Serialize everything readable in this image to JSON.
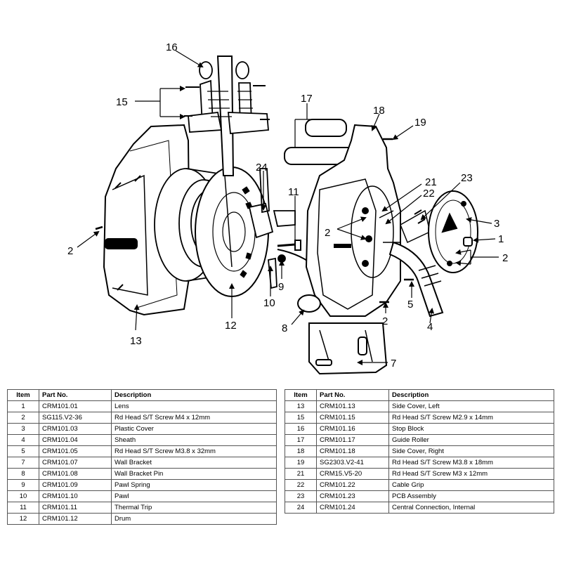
{
  "callouts": {
    "c1": "1",
    "c2": "2",
    "c3": "3",
    "c4": "4",
    "c5": "5",
    "c7": "7",
    "c8": "8",
    "c9": "9",
    "c10": "10",
    "c11": "11",
    "c12": "12",
    "c13": "13",
    "c15": "15",
    "c16": "16",
    "c17": "17",
    "c18": "18",
    "c19": "19",
    "c21": "21",
    "c22": "22",
    "c23": "23",
    "c24": "24"
  },
  "table": {
    "headers": {
      "item": "Item",
      "part_no": "Part No.",
      "description": "Description"
    },
    "left_rows": [
      {
        "item": "1",
        "part_no": "CRM101.01",
        "description": "Lens"
      },
      {
        "item": "2",
        "part_no": "SG115.V2-36",
        "description": "Rd Head S/T Screw M4 x 12mm"
      },
      {
        "item": "3",
        "part_no": "CRM101.03",
        "description": "Plastic Cover"
      },
      {
        "item": "4",
        "part_no": "CRM101.04",
        "description": "Sheath"
      },
      {
        "item": "5",
        "part_no": "CRM101.05",
        "description": "Rd Head S/T Screw M3.8 x 32mm"
      },
      {
        "item": "7",
        "part_no": "CRM101.07",
        "description": "Wall Bracket"
      },
      {
        "item": "8",
        "part_no": "CRM101.08",
        "description": "Wall Bracket Pin"
      },
      {
        "item": "9",
        "part_no": "CRM101.09",
        "description": "Pawl Spring"
      },
      {
        "item": "10",
        "part_no": "CRM101.10",
        "description": "Pawl"
      },
      {
        "item": "11",
        "part_no": "CRM101.11",
        "description": "Thermal Trip"
      },
      {
        "item": "12",
        "part_no": "CRM101.12",
        "description": "Drum"
      }
    ],
    "right_rows": [
      {
        "item": "13",
        "part_no": "CRM101.13",
        "description": "Side Cover, Left"
      },
      {
        "item": "15",
        "part_no": "CRM101.15",
        "description": "Rd Head S/T Screw M2.9 x 14mm"
      },
      {
        "item": "16",
        "part_no": "CRM101.16",
        "description": "Stop Block"
      },
      {
        "item": "17",
        "part_no": "CRM101.17",
        "description": "Guide Roller"
      },
      {
        "item": "18",
        "part_no": "CRM101.18",
        "description": "Side Cover, Right"
      },
      {
        "item": "19",
        "part_no": "SG2303.V2-41",
        "description": "Rd Head S/T Screw M3.8 x 18mm"
      },
      {
        "item": "21",
        "part_no": "CRM15.V5-20",
        "description": "Rd Head S/T Screw M3 x 12mm"
      },
      {
        "item": "22",
        "part_no": "CRM101.22",
        "description": "Cable Grip"
      },
      {
        "item": "23",
        "part_no": "CRM101.23",
        "description": "PCB Assembly"
      },
      {
        "item": "24",
        "part_no": "CRM101.24",
        "description": "Central Connection, Internal"
      }
    ]
  }
}
